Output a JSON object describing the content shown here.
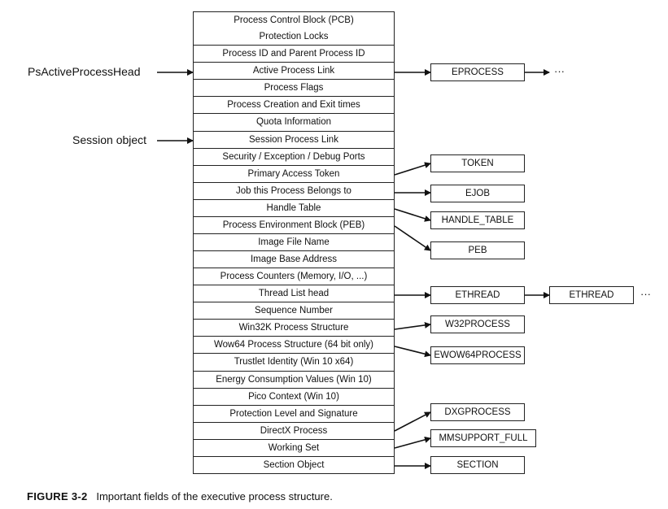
{
  "eprocess_fields": [
    "Process Control Block (PCB)",
    "Protection Locks",
    "Process ID and Parent Process ID",
    "Active Process Link",
    "Process Flags",
    "Process Creation and Exit times",
    "Quota Information",
    "Session Process Link",
    "Security / Exception / Debug Ports",
    "Primary Access Token",
    "Job this Process Belongs to",
    "Handle Table",
    "Process Environment Block (PEB)",
    "Image File Name",
    "Image Base Address",
    "Process Counters (Memory, I/O, ...)",
    "Thread List head",
    "Sequence Number",
    "Win32K Process Structure",
    "Wow64 Process Structure (64 bit only)",
    "Trustlet Identity (Win 10 x64)",
    "Energy Consumption Values (Win 10)",
    "Pico Context (Win 10)",
    "Protection Level and Signature",
    "DirectX Process",
    "Working Set",
    "Section Object"
  ],
  "sources": {
    "ps_active_process_head": "PsActiveProcessHead",
    "session_object": "Session object"
  },
  "targets": {
    "eprocess": "EPROCESS",
    "token": "TOKEN",
    "ejob": "EJOB",
    "handle_table": "HANDLE_TABLE",
    "peb": "PEB",
    "ethread_1": "ETHREAD",
    "ethread_2": "ETHREAD",
    "w32process": "W32PROCESS",
    "ewow64process": "EWOW64PROCESS",
    "dxgprocess": "DXGPROCESS",
    "mmsupport_full": "MMSUPPORT_FULL",
    "section": "SECTION"
  },
  "ellipsis": "···",
  "caption": {
    "label": "FIGURE 3-2",
    "text": "Important fields of the executive process structure."
  }
}
